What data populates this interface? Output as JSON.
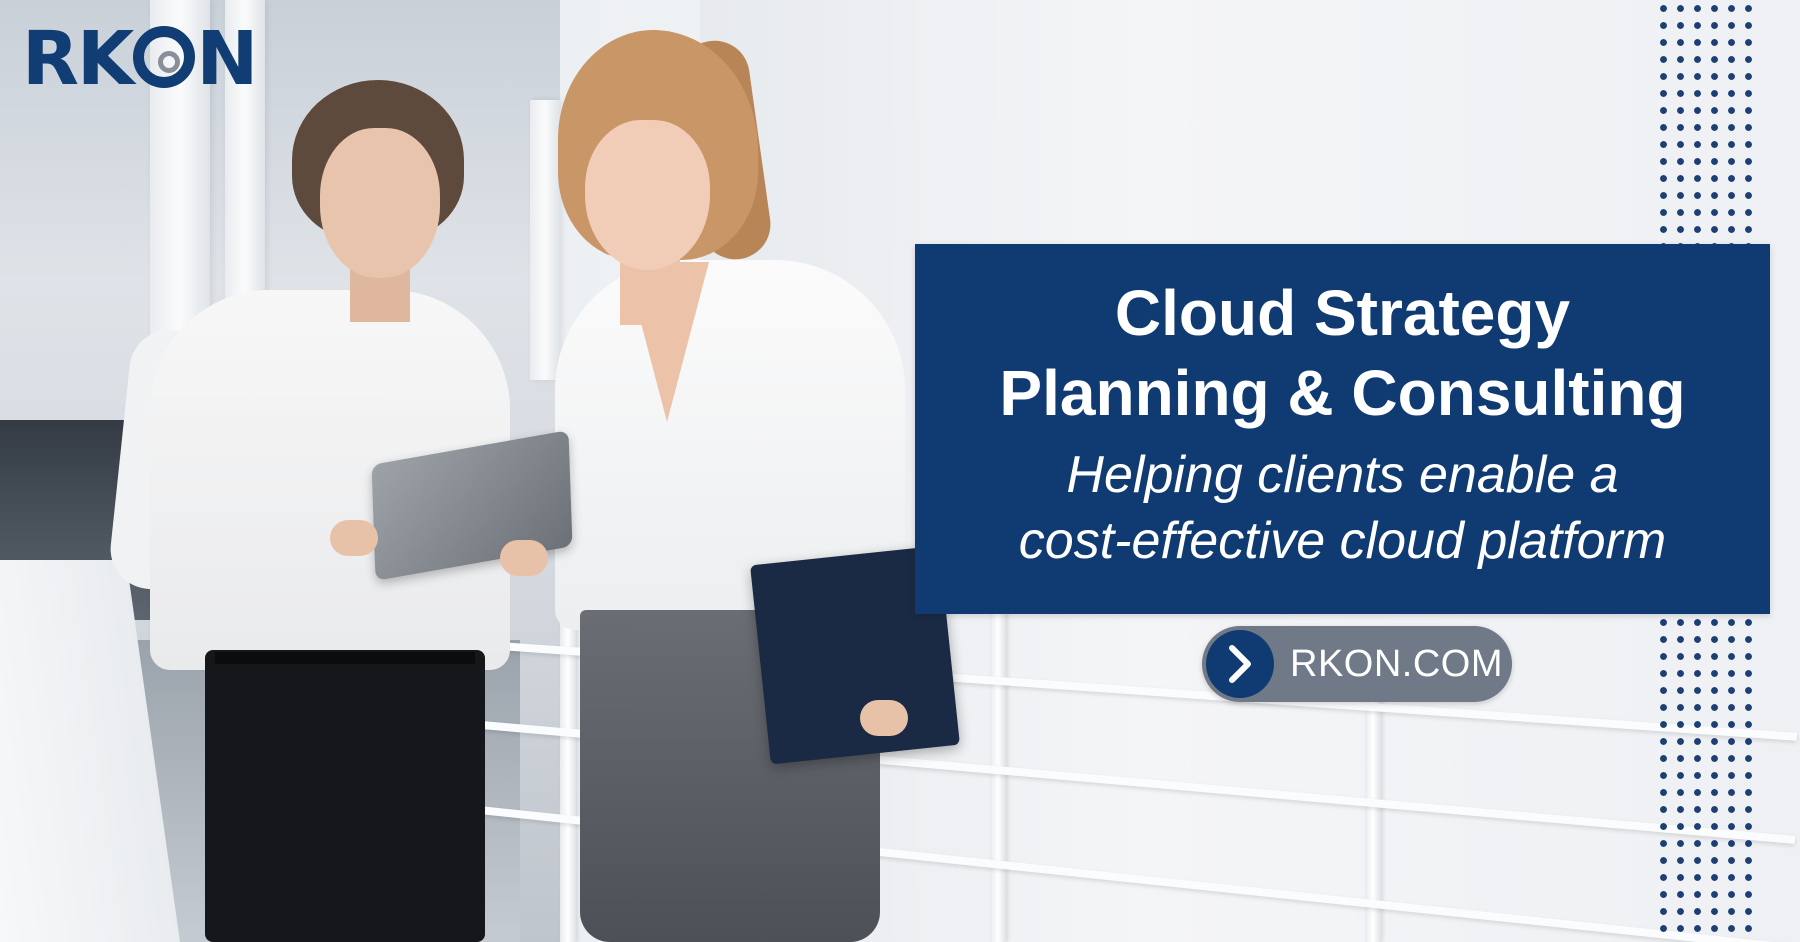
{
  "brand": {
    "logo_text": "RKON",
    "primary_color": "#0f3a72",
    "accent_gray": "#6f7987"
  },
  "headline": {
    "line_1": "Cloud Strategy",
    "line_2": "Planning & Consulting",
    "subline_1": "Helping clients enable a",
    "subline_2": "cost-effective cloud platform"
  },
  "cta": {
    "icon": "chevron-right-icon",
    "label": "RKON.COM"
  }
}
